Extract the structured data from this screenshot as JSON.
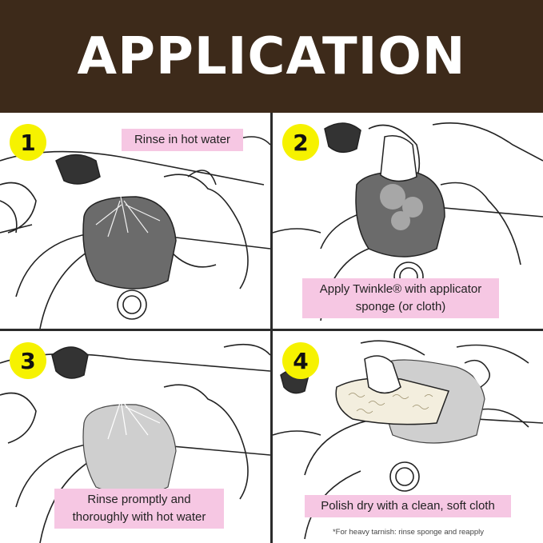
{
  "header": {
    "title": "APPLICATION"
  },
  "steps": [
    {
      "number": "1",
      "label": "Rinse in hot water"
    },
    {
      "number": "2",
      "label_line1": "Apply Twinkle® with applicator",
      "label_line2": "sponge (or cloth)"
    },
    {
      "number": "3",
      "label_line1": "Rinse promptly and",
      "label_line2": "thoroughly with hot water"
    },
    {
      "number": "4",
      "label": "Polish dry with a clean, soft cloth"
    }
  ],
  "footnote": "*For heavy tarnish: rinse sponge and reapply",
  "colors": {
    "header_bg": "#3d2a1a",
    "badge": "#f6f200",
    "label_bg": "#f6c7e3",
    "divider": "#2b2b2b"
  }
}
